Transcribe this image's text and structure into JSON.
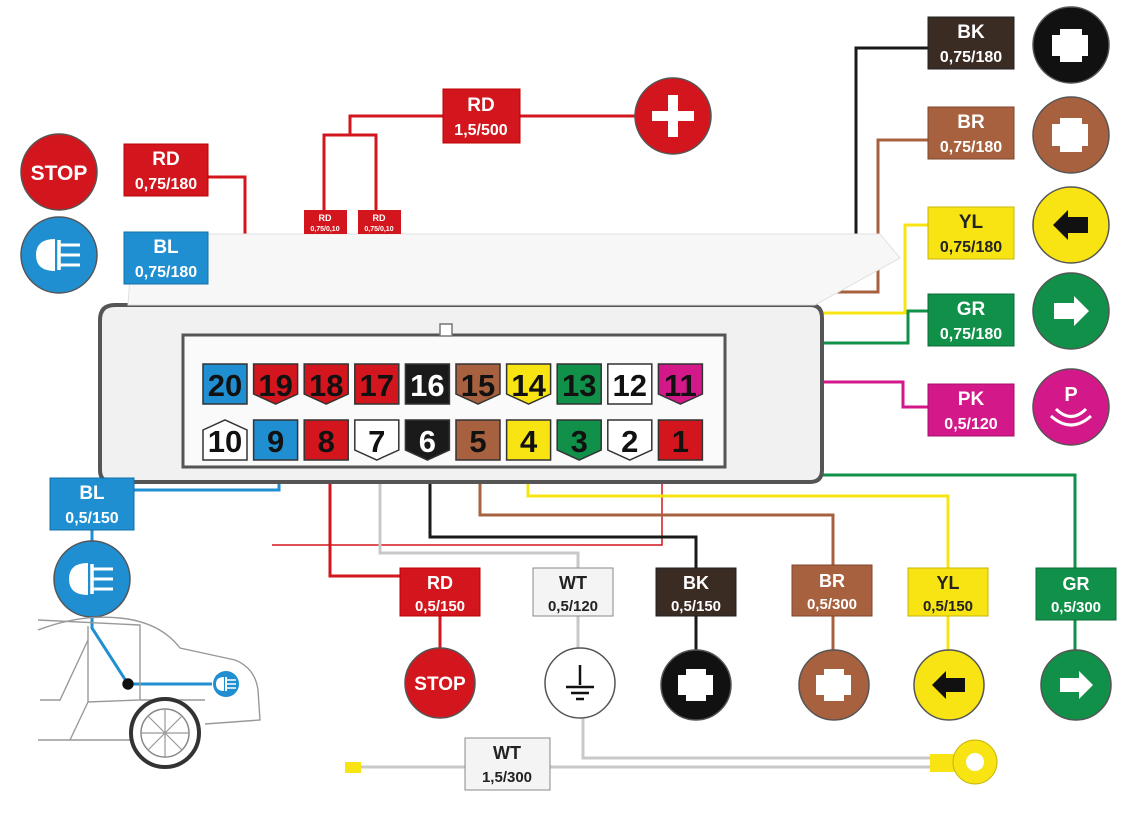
{
  "colors": {
    "RD": "#d3161d",
    "BL": "#1f8fd2",
    "BK": "#1a1a1a",
    "BR": "#a8613f",
    "YL": "#f7e412",
    "GR": "#109049",
    "PK": "#d31889",
    "WT": "#ffffff"
  },
  "top_bus": {
    "code": "RD",
    "spec": "1,5/500",
    "icon": "plus-icon"
  },
  "small_tags": [
    {
      "code": "RD",
      "spec": "0,75/0,10"
    },
    {
      "code": "RD",
      "spec": "0,75/0,10"
    }
  ],
  "left_labels": [
    {
      "code": "RD",
      "spec": "0,75/180",
      "icon": "stop-icon",
      "icon_text": "STOP"
    },
    {
      "code": "BL",
      "spec": "0,75/180",
      "icon": "fog-light-icon"
    },
    {
      "code": "BL",
      "spec": "0,5/150",
      "icon": "fog-light-icon"
    }
  ],
  "right_labels": [
    {
      "code": "BK",
      "spec": "0,75/180",
      "icon": "reverse-gear-icon"
    },
    {
      "code": "BR",
      "spec": "0,75/180",
      "icon": "position-light-icon"
    },
    {
      "code": "YL",
      "spec": "0,75/180",
      "icon": "arrow-left-icon"
    },
    {
      "code": "GR",
      "spec": "0,75/180",
      "icon": "arrow-right-icon"
    },
    {
      "code": "PK",
      "spec": "0,5/120",
      "icon": "parking-sensor-icon",
      "icon_text": "P"
    }
  ],
  "bottom_labels": [
    {
      "code": "RD",
      "spec": "0,5/150",
      "icon": "stop-icon",
      "icon_text": "STOP"
    },
    {
      "code": "WT",
      "spec": "0,5/120",
      "icon": "ground-icon"
    },
    {
      "code": "BK",
      "spec": "0,5/150",
      "icon": "reverse-gear-icon"
    },
    {
      "code": "BR",
      "spec": "0,5/300",
      "icon": "position-light-icon"
    },
    {
      "code": "YL",
      "spec": "0,5/150",
      "icon": "arrow-left-icon"
    },
    {
      "code": "GR",
      "spec": "0,5/300",
      "icon": "arrow-right-icon"
    }
  ],
  "ground_wire": {
    "code": "WT",
    "spec": "1,5/300",
    "icon": "ring-terminal-icon"
  },
  "connector": {
    "top_row": [
      "20",
      "19",
      "18",
      "17",
      "16",
      "15",
      "14",
      "13",
      "12",
      "11"
    ],
    "bottom_row": [
      "10",
      "9",
      "8",
      "7",
      "6",
      "5",
      "4",
      "3",
      "2",
      "1"
    ]
  }
}
